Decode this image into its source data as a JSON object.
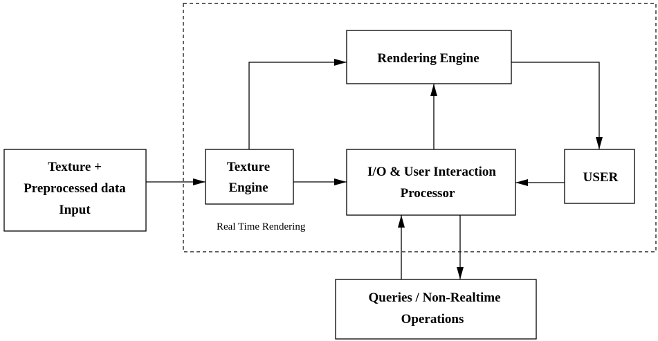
{
  "diagram": {
    "region": {
      "label": "Real Time Rendering",
      "style": "dashed"
    },
    "boxes": {
      "input": {
        "lines": [
          "Texture +",
          "Preprocessed data",
          "Input"
        ]
      },
      "texture_engine": {
        "lines": [
          "Texture",
          "Engine"
        ]
      },
      "rendering_engine": {
        "lines": [
          "Rendering Engine"
        ]
      },
      "io_processor": {
        "lines": [
          "I/O & User Interaction",
          "Processor"
        ]
      },
      "user": {
        "lines": [
          "USER"
        ]
      },
      "queries": {
        "lines": [
          "Queries / Non-Realtime",
          "Operations"
        ]
      }
    },
    "edges": [
      {
        "from": "input",
        "to": "texture_engine"
      },
      {
        "from": "texture_engine",
        "to": "rendering_engine"
      },
      {
        "from": "texture_engine",
        "to": "io_processor"
      },
      {
        "from": "io_processor",
        "to": "rendering_engine"
      },
      {
        "from": "rendering_engine",
        "to": "user"
      },
      {
        "from": "user",
        "to": "io_processor"
      },
      {
        "from": "io_processor",
        "to": "queries"
      },
      {
        "from": "queries",
        "to": "io_processor"
      }
    ],
    "colors": {
      "stroke": "#000000",
      "background": "#ffffff"
    }
  }
}
